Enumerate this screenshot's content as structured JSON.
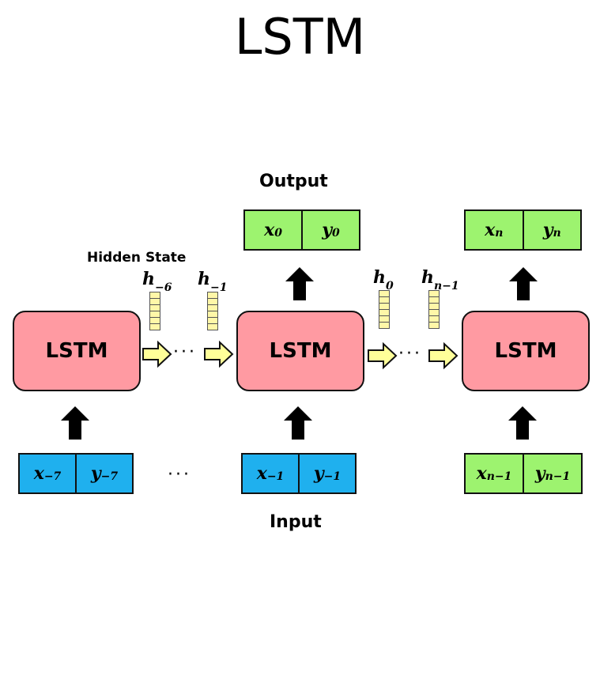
{
  "title": "LSTM",
  "labels": {
    "output": "Output",
    "input": "Input",
    "hidden_state": "Hidden State"
  },
  "cells": [
    {
      "label": "LSTM"
    },
    {
      "label": "LSTM"
    },
    {
      "label": "LSTM"
    }
  ],
  "outputs": [
    {
      "x": "x",
      "x_sub": "0",
      "y": "y",
      "y_sub": "0"
    },
    {
      "x": "x",
      "x_sub": "n",
      "y": "y",
      "y_sub": "n"
    }
  ],
  "inputs": [
    {
      "x": "x",
      "x_sub": "−7",
      "y": "y",
      "y_sub": "−7"
    },
    {
      "x": "x",
      "x_sub": "−1",
      "y": "y",
      "y_sub": "−1"
    },
    {
      "x": "x",
      "x_sub": "n−1",
      "y": "y",
      "y_sub": "n−1"
    }
  ],
  "hidden": [
    {
      "var": "h",
      "sub": "−6"
    },
    {
      "var": "h",
      "sub": "−1"
    },
    {
      "var": "h",
      "sub": "0"
    },
    {
      "var": "h",
      "sub": "n−1"
    }
  ],
  "ellipsis": "···",
  "colors": {
    "lstm_fill": "#ff9aa2",
    "output_fill": "#9df36f",
    "input_fill": "#1fb0ee",
    "last_input_fill": "#9df36f",
    "hidden_vector_fill": "#fff7a8",
    "hidden_arrow_fill": "#ffff99",
    "vertical_arrow_fill": "#000000"
  }
}
